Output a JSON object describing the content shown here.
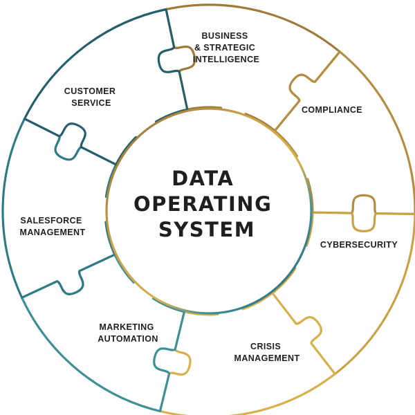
{
  "title_lines": [
    "DATA",
    "OPERATING",
    "SYSTEM"
  ],
  "segments": [
    {
      "id": "business",
      "lines": [
        "BUSINESS",
        "& STRATEGIC",
        "INTELLIGENCE"
      ],
      "color": "#a07a38"
    },
    {
      "id": "compliance",
      "lines": [
        "COMPLIANCE"
      ],
      "color": "#b38d40"
    },
    {
      "id": "cybersecurity",
      "lines": [
        "CYBERSECURITY"
      ],
      "color": "#c9a244"
    },
    {
      "id": "crisis",
      "lines": [
        "CRISIS",
        "MANAGEMENT"
      ],
      "color": "#d9b14c"
    },
    {
      "id": "marketing",
      "lines": [
        "MARKETING",
        "AUTOMATION"
      ],
      "color": "#3e8f96"
    },
    {
      "id": "salesforce",
      "lines": [
        "SALESFORCE",
        "MANAGEMENT"
      ],
      "color": "#2e7a85"
    },
    {
      "id": "customer",
      "lines": [
        "CUSTOMER",
        "SERVICE"
      ],
      "color": "#245f6b"
    }
  ],
  "colors": {
    "core_gold": "#caa04a",
    "core_teal": "#2f7d86",
    "text": "#1f1f1f"
  }
}
